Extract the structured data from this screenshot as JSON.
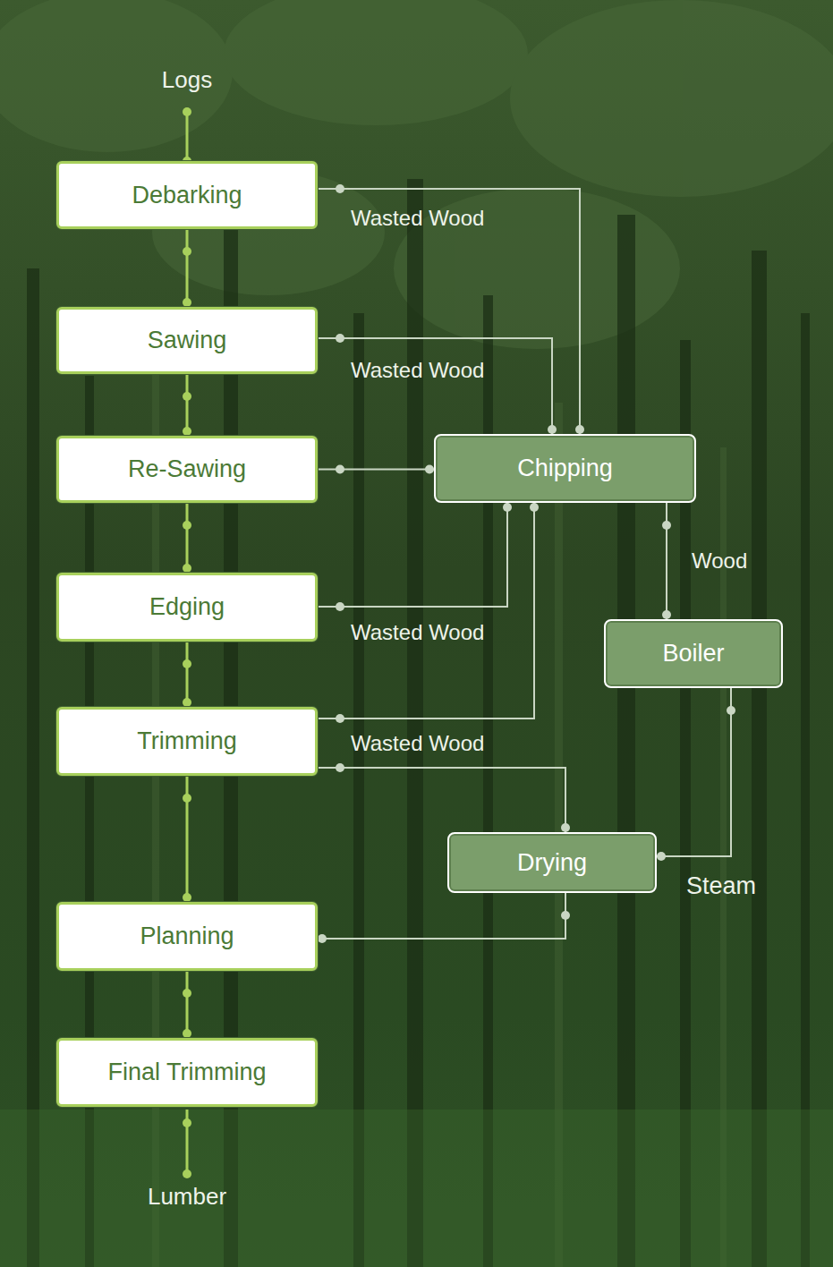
{
  "diagram": {
    "nodes": [
      {
        "text": [
          "Debarking"
        ]
      },
      {
        "text": [
          "Sawing"
        ]
      },
      {
        "text": [
          "Re-Sawing"
        ]
      },
      {
        "text": [
          "Chipping"
        ]
      },
      {
        "text": [
          "Edging"
        ]
      },
      {
        "text": [
          "Boiler"
        ]
      },
      {
        "text": [
          "Trimming"
        ]
      },
      {
        "text": [
          "Drying"
        ]
      },
      {
        "text": [
          "Planning"
        ]
      },
      {
        "text": [
          "Final Trimming"
        ]
      }
    ],
    "edges": [
      {
        "from": 0,
        "to": 1,
        "arrow": "none"
      },
      {
        "from": 1,
        "to": 2,
        "arrow": "none"
      },
      {
        "from": 2,
        "to": 4,
        "arrow": "none"
      },
      {
        "from": 4,
        "to": 6,
        "arrow": "none"
      },
      {
        "from": 6,
        "to": 8,
        "arrow": "none"
      },
      {
        "from": 8,
        "to": 9,
        "arrow": "none"
      },
      {
        "from": 0,
        "to": 3,
        "label": "Wasted Wood",
        "arrow": "none"
      },
      {
        "from": 1,
        "to": 3,
        "label": "Wasted Wood",
        "arrow": "none"
      },
      {
        "from": 2,
        "to": 3,
        "arrow": "none"
      },
      {
        "from": 4,
        "to": 3,
        "label": "Wasted Wood",
        "arrow": "none"
      },
      {
        "from": 6,
        "to": 3,
        "label": "Wasted Wood",
        "arrow": "none"
      },
      {
        "from": 3,
        "to": 5,
        "label": "Wood",
        "arrow": "none"
      },
      {
        "from": 5,
        "to": 7,
        "label": "Steam",
        "arrow": "none"
      },
      {
        "from": 6,
        "to": 7,
        "arrow": "none"
      },
      {
        "from": 7,
        "to": 8,
        "arrow": "none"
      }
    ],
    "labels": [
      "Logs",
      "Lumber"
    ]
  }
}
